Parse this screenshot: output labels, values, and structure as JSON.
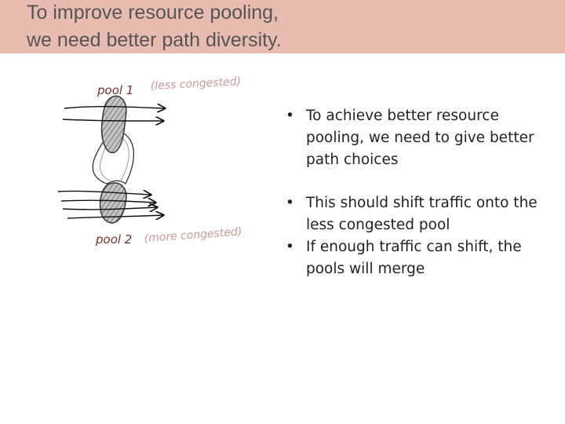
{
  "title": {
    "line1": "To improve resource pooling,",
    "line2": "we need better path diversity."
  },
  "sketch": {
    "pool1_label": "pool 1",
    "pool1_note": "(less congested)",
    "pool2_label": "pool 2",
    "pool2_note": "(more congested)"
  },
  "bullets": [
    "To achieve better resource pooling, we need to give better path choices",
    "This should shift traffic onto the less congested pool",
    "If enough traffic can shift, the pools will merge"
  ],
  "bullet_symbol": "•",
  "colors": {
    "title_bar": "#e8bcb0",
    "title_text": "#555555",
    "pool_label": "#7a2d2d",
    "pool_note": "#c89a98"
  }
}
